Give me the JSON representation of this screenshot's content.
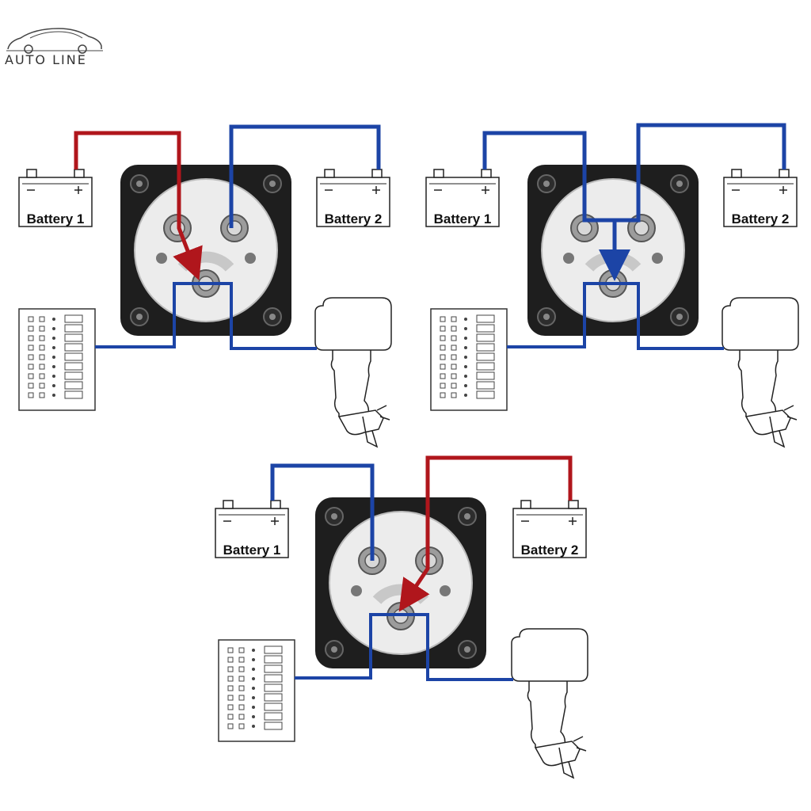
{
  "brand": {
    "name": "AUTO LINE",
    "logo_icon": "car-outline-icon"
  },
  "colors": {
    "positive_wire": "#b0161c",
    "negative_wire": "#1c44a6",
    "switch_body": "#1e1e1e",
    "dial": "#ececec"
  },
  "diagrams": [
    {
      "battery1_label": "Battery 1",
      "battery2_label": "Battery 2",
      "active": "battery-1"
    },
    {
      "battery1_label": "Battery 1",
      "battery2_label": "Battery 2",
      "active": "both"
    },
    {
      "battery1_label": "Battery 1",
      "battery2_label": "Battery 2",
      "active": "battery-2"
    }
  ]
}
